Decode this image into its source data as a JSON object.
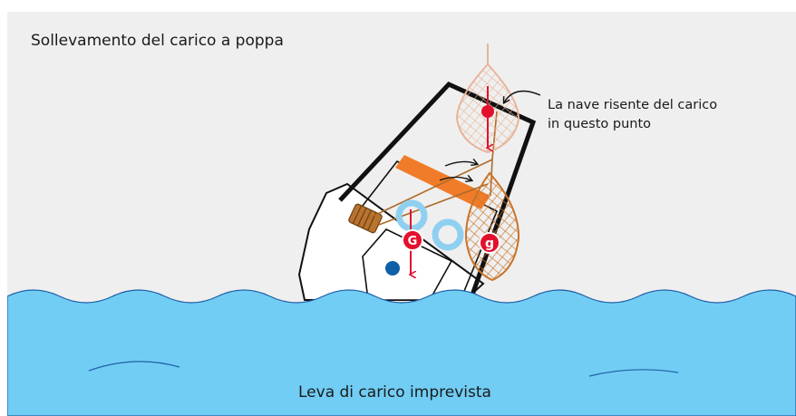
{
  "title": "Sollevamento del carico a poppa",
  "callout": {
    "line1": "La nave risente del carico",
    "line2": "in questo punto"
  },
  "caption": "Leva di carico imprevista",
  "markers": {
    "ship_cog": "G",
    "load_cog": "g"
  },
  "colors": {
    "sky": "#efefef",
    "sea": "#71cdf4",
    "wave_line": "#1f5fa8",
    "cog_marker": "#e3102d",
    "load_net": "#c8742a",
    "suspended_net": "#e8b49a",
    "lifebuoy": "#8fd0f0",
    "hull_outline": "#111111",
    "boom": "#f07c2a",
    "porthole": "#1060a8"
  },
  "icons": [
    "lifebuoy-icon",
    "cargo-net-icon",
    "curved-arrow-icon"
  ]
}
